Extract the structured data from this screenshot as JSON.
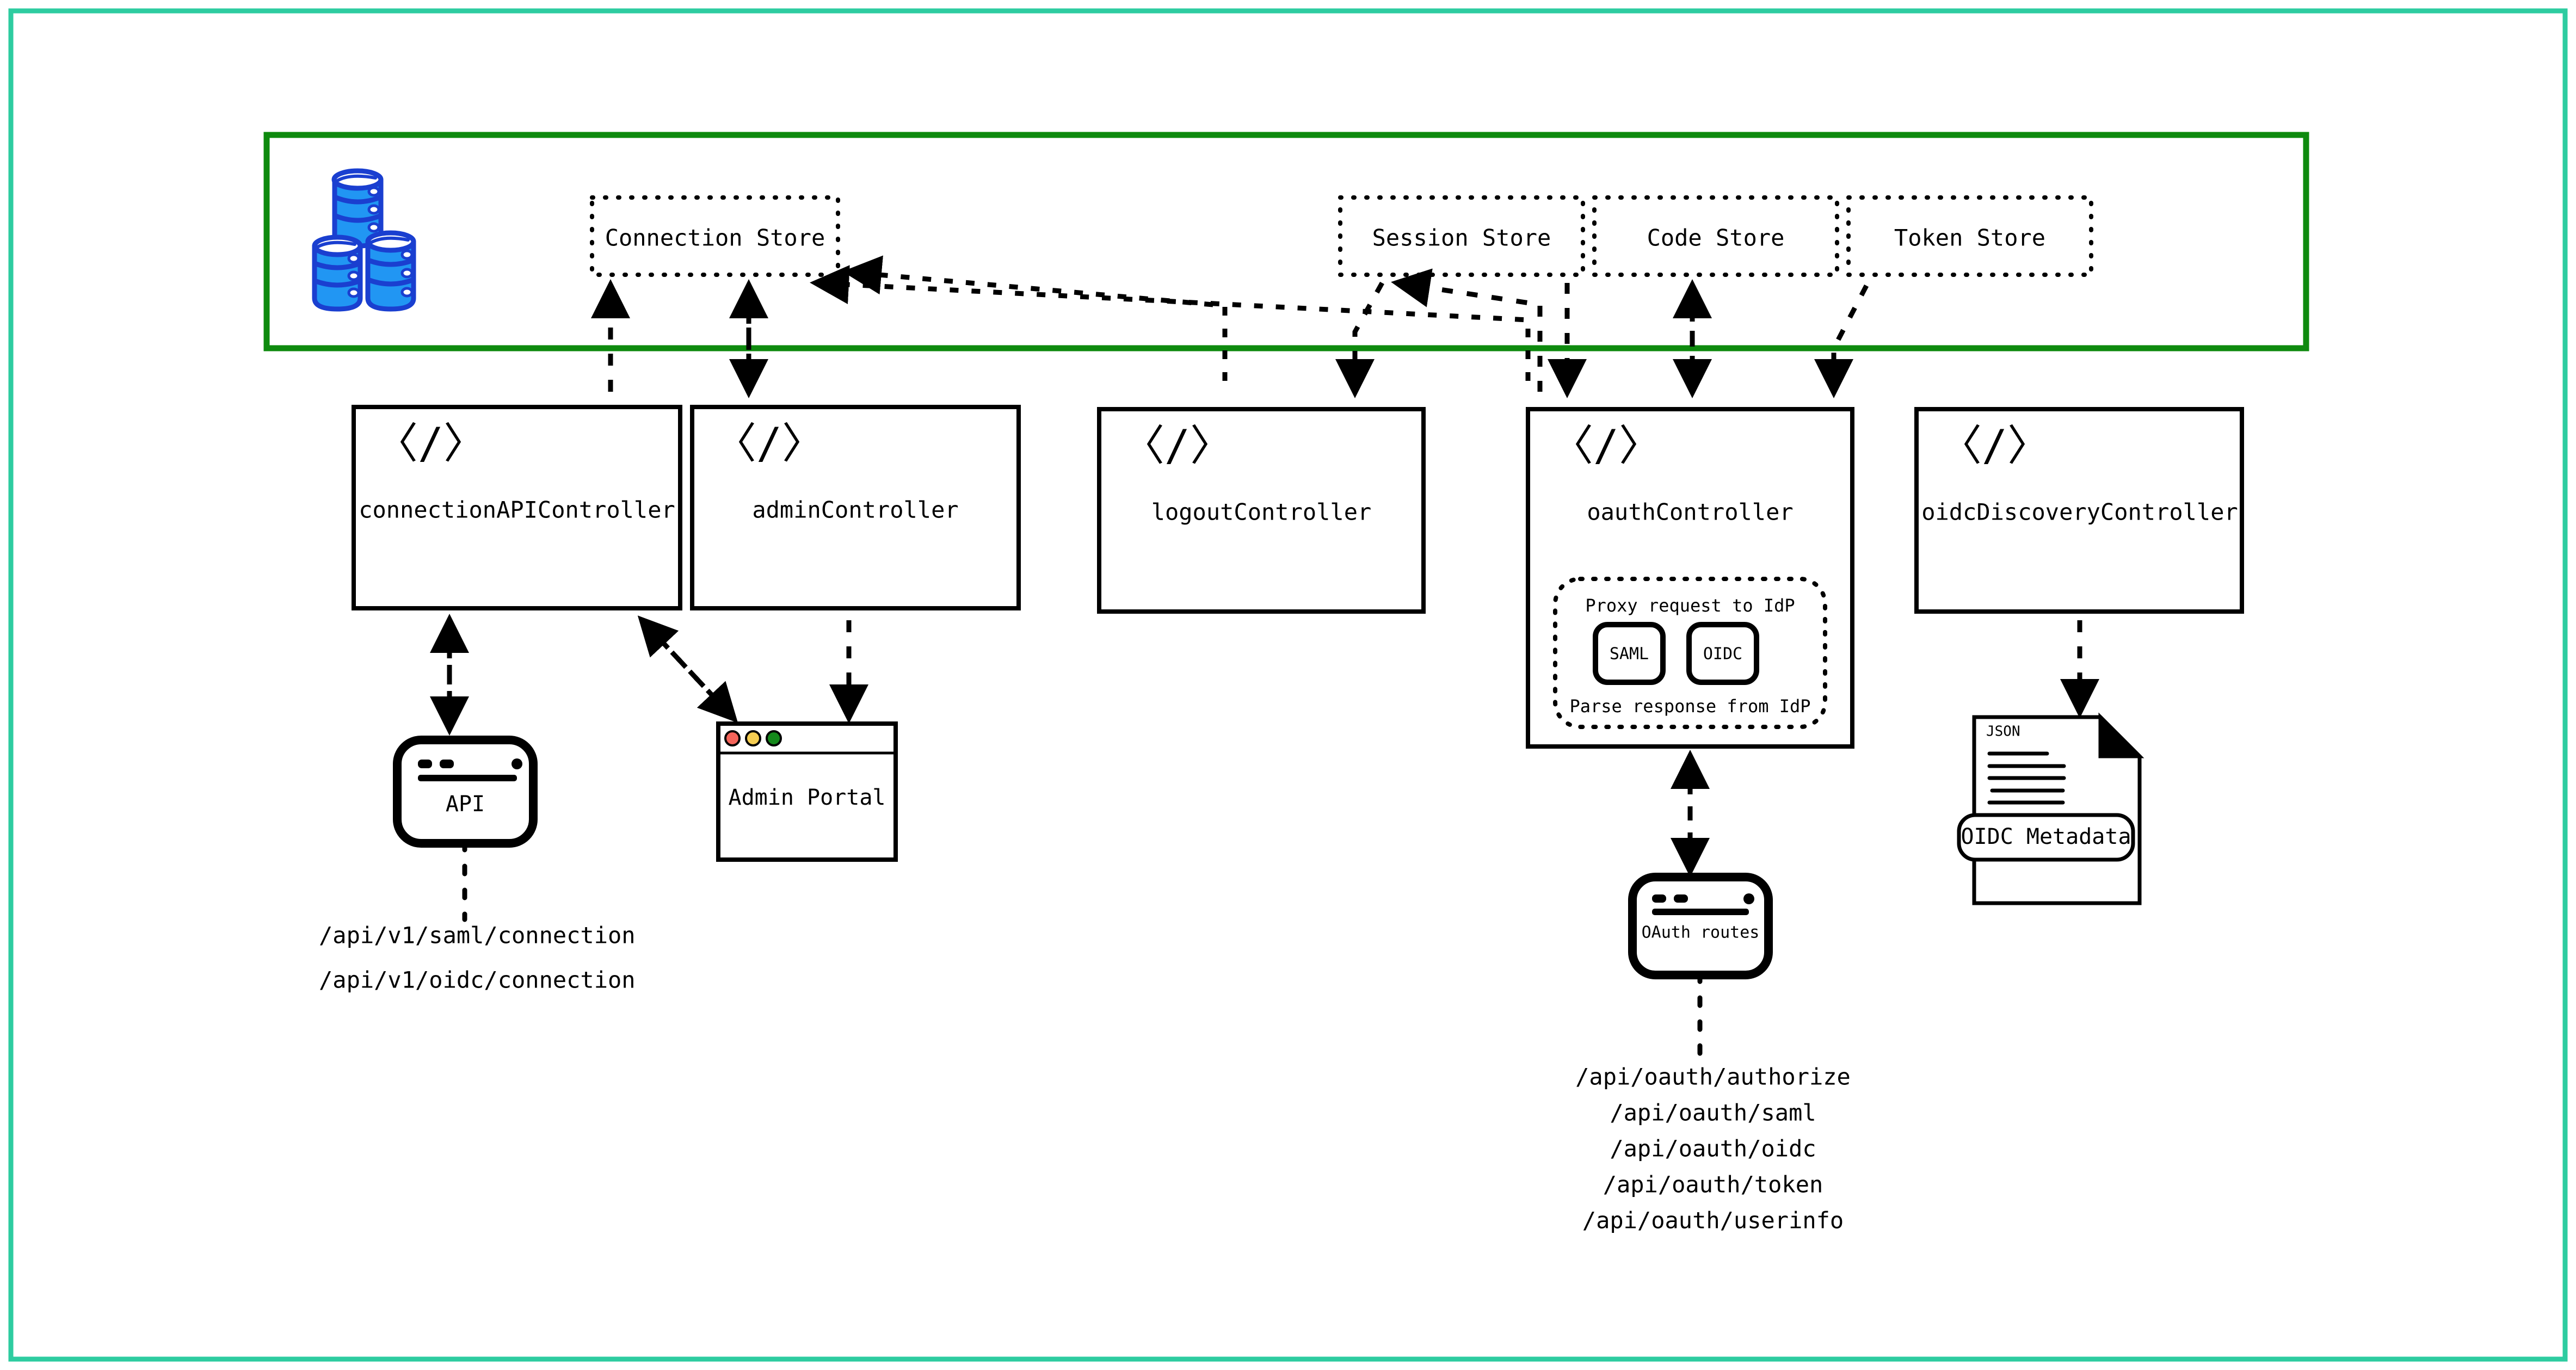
{
  "page": {
    "title": "SSO Controllers Architecture Diagram",
    "outer_border_color": "#2ECCA0",
    "store_region_border_color": "#0E8A0E",
    "background": "#ffffff",
    "line_color": "#000000"
  },
  "datastore_region": {
    "name": "datastore-region",
    "db_icon": {
      "name": "database-stack-icon",
      "fill": "#2196F3",
      "stroke": "#1A3FD0",
      "cylinder_count": 3
    },
    "stores": [
      {
        "label": "Connection Store",
        "name": "store-connection"
      },
      {
        "label": "Session Store",
        "name": "store-session"
      },
      {
        "label": "Code Store",
        "name": "store-code"
      },
      {
        "label": "Token Store",
        "name": "store-token"
      }
    ]
  },
  "controllers": [
    {
      "label": "connectionAPIController",
      "name": "controller-connection-api",
      "icon": "code-icon"
    },
    {
      "label": "adminController",
      "name": "controller-admin",
      "icon": "code-icon"
    },
    {
      "label": "logoutController",
      "name": "controller-logout",
      "icon": "code-icon"
    },
    {
      "label": "oauthController",
      "name": "controller-oauth",
      "icon": "code-icon"
    },
    {
      "label": "oidcDiscoveryController",
      "name": "controller-oidc-discovery",
      "icon": "code-icon"
    }
  ],
  "oauth_idp_block": {
    "top_label": "Proxy request to IdP",
    "bottom_label": "Parse response from IdP",
    "protocols": [
      {
        "label": "SAML",
        "name": "protocol-saml"
      },
      {
        "label": "OIDC",
        "name": "protocol-oidc"
      }
    ]
  },
  "clients": {
    "api": {
      "label": "API",
      "name": "api-window-icon",
      "routes": [
        "/api/v1/saml/connection",
        "/api/v1/oidc/connection"
      ]
    },
    "admin_portal": {
      "label": "Admin Portal",
      "name": "admin-portal-window-icon",
      "traffic_lights": [
        "#F4645A",
        "#F6CE52",
        "#14891B"
      ]
    },
    "oauth_routes": {
      "label": "OAuth routes",
      "name": "oauth-routes-window-icon",
      "routes": [
        "/api/oauth/authorize",
        "/api/oauth/saml",
        "/api/oauth/oidc",
        "/api/oauth/token",
        "/api/oauth/userinfo"
      ]
    },
    "oidc_metadata": {
      "doc_type": "JSON",
      "label": "OIDC Metadata",
      "name": "oidc-metadata-document-icon",
      "line_count": 5
    }
  }
}
